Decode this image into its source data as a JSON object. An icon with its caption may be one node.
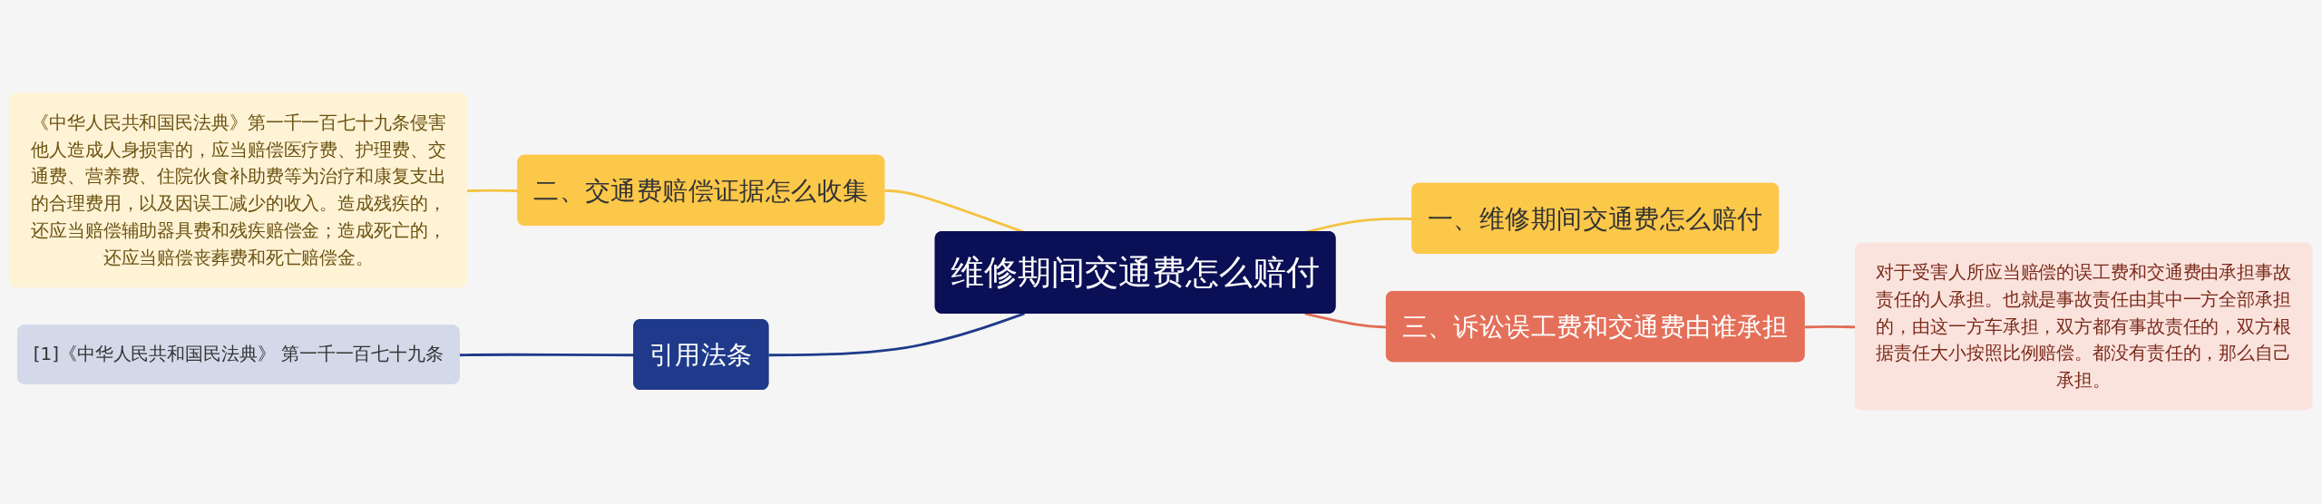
{
  "diagram": {
    "nodes": [
      {
        "text": [
          "维修期间交通费怎么赔付"
        ]
      },
      {
        "text": [
          "一、维修期间交通费怎么赔付"
        ]
      },
      {
        "text": [
          "三、诉讼误工费和交通费由谁承担"
        ]
      },
      {
        "text": [
          "对于受害人所应当赔偿的误工费和交通费由承担事故责任的人承担。也就是事故责任由其中一方全部承担的，由这一方车承担，双方都有事故责任的，双方根据责任大小按照比例赔偿。都没有责任的，那么自己承担。"
        ]
      },
      {
        "text": [
          "二、交通费赔偿证据怎么收集"
        ]
      },
      {
        "text": [
          "《中华人民共和国民法典》第一千一百七十九条侵害他人造成人身损害的，应当赔偿医疗费、护理费、交通费、营养费、住院伙食补助费等为治疗和康复支出的合理费用，以及因误工减少的收入。造成残疾的，还应当赔偿辅助器具费和残疾赔偿金；造成死亡的，还应当赔偿丧葬费和死亡赔偿金。"
        ]
      },
      {
        "text": [
          "引用法条"
        ]
      },
      {
        "text": [
          "[1]《中华人民共和国民法典》 第一千一百七十九条"
        ]
      }
    ],
    "edges": [
      {
        "from": 5,
        "to": 4,
        "arrow": "none",
        "color": "#f5c342"
      },
      {
        "from": 4,
        "to": 0,
        "arrow": "none",
        "color": "#f5c342"
      },
      {
        "from": 7,
        "to": 6,
        "arrow": "none",
        "color": "#1f3a8a"
      },
      {
        "from": 6,
        "to": 0,
        "arrow": "none",
        "color": "#1f3a8a"
      },
      {
        "from": 0,
        "to": 1,
        "arrow": "none",
        "color": "#f5c342"
      },
      {
        "from": 0,
        "to": 2,
        "arrow": "none",
        "color": "#e06c55"
      },
      {
        "from": 2,
        "to": 3,
        "arrow": "none",
        "color": "#e06c55"
      }
    ]
  }
}
